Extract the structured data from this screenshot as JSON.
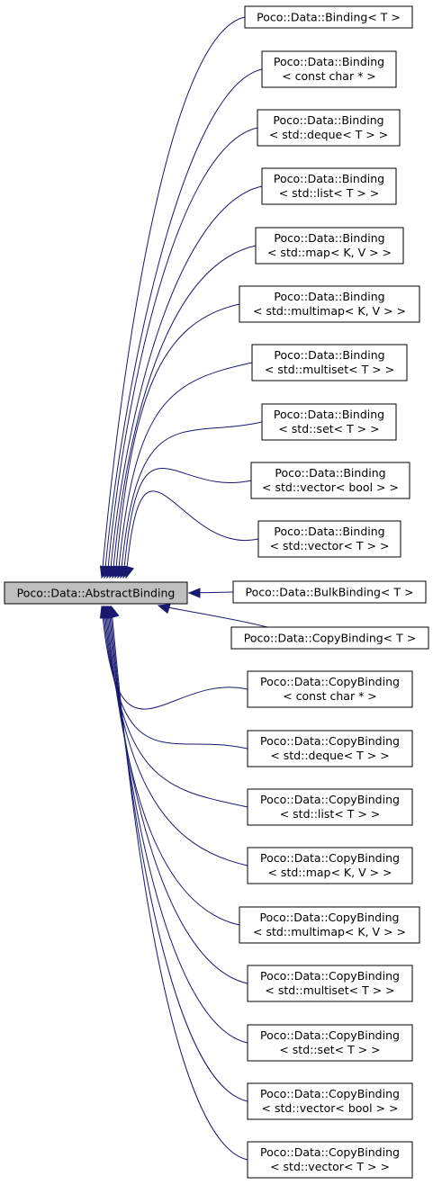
{
  "diagram": {
    "type": "inheritance-graph",
    "base_class": {
      "name": "base-class",
      "label": "Poco::Data::AbstractBinding",
      "highlighted": true
    },
    "derived_classes": [
      {
        "name": "binding-t",
        "lines": [
          "Poco::Data::Binding< T >"
        ]
      },
      {
        "name": "binding-const-char",
        "lines": [
          "Poco::Data::Binding",
          "< const char * >"
        ]
      },
      {
        "name": "binding-deque",
        "lines": [
          "Poco::Data::Binding",
          "< std::deque< T > >"
        ]
      },
      {
        "name": "binding-list",
        "lines": [
          "Poco::Data::Binding",
          "< std::list< T > >"
        ]
      },
      {
        "name": "binding-map",
        "lines": [
          "Poco::Data::Binding",
          "< std::map< K, V > >"
        ]
      },
      {
        "name": "binding-multimap",
        "lines": [
          "Poco::Data::Binding",
          "< std::multimap< K, V > >"
        ]
      },
      {
        "name": "binding-multiset",
        "lines": [
          "Poco::Data::Binding",
          "< std::multiset< T > >"
        ]
      },
      {
        "name": "binding-set",
        "lines": [
          "Poco::Data::Binding",
          "< std::set< T > >"
        ]
      },
      {
        "name": "binding-vector-bool",
        "lines": [
          "Poco::Data::Binding",
          "< std::vector< bool > >"
        ]
      },
      {
        "name": "binding-vector-t",
        "lines": [
          "Poco::Data::Binding",
          "< std::vector< T > >"
        ]
      },
      {
        "name": "bulkbinding-t",
        "lines": [
          "Poco::Data::BulkBinding< T >"
        ]
      },
      {
        "name": "copybinding-t",
        "lines": [
          "Poco::Data::CopyBinding< T >"
        ]
      },
      {
        "name": "copybinding-const-char",
        "lines": [
          "Poco::Data::CopyBinding",
          "< const char * >"
        ]
      },
      {
        "name": "copybinding-deque",
        "lines": [
          "Poco::Data::CopyBinding",
          "< std::deque< T > >"
        ]
      },
      {
        "name": "copybinding-list",
        "lines": [
          "Poco::Data::CopyBinding",
          "< std::list< T > >"
        ]
      },
      {
        "name": "copybinding-map",
        "lines": [
          "Poco::Data::CopyBinding",
          "< std::map< K, V > >"
        ]
      },
      {
        "name": "copybinding-multimap",
        "lines": [
          "Poco::Data::CopyBinding",
          "< std::multimap< K, V > >"
        ]
      },
      {
        "name": "copybinding-multiset",
        "lines": [
          "Poco::Data::CopyBinding",
          "< std::multiset< T > >"
        ]
      },
      {
        "name": "copybinding-set",
        "lines": [
          "Poco::Data::CopyBinding",
          "< std::set< T > >"
        ]
      },
      {
        "name": "copybinding-vector-bool",
        "lines": [
          "Poco::Data::CopyBinding",
          "< std::vector< bool > >"
        ]
      },
      {
        "name": "copybinding-vector-t",
        "lines": [
          "Poco::Data::CopyBinding",
          "< std::vector< T > >"
        ]
      }
    ],
    "colors": {
      "edge": "#191970",
      "base_fill": "#bfbfbf",
      "node_fill": "#ffffff",
      "border": "#000000"
    }
  }
}
